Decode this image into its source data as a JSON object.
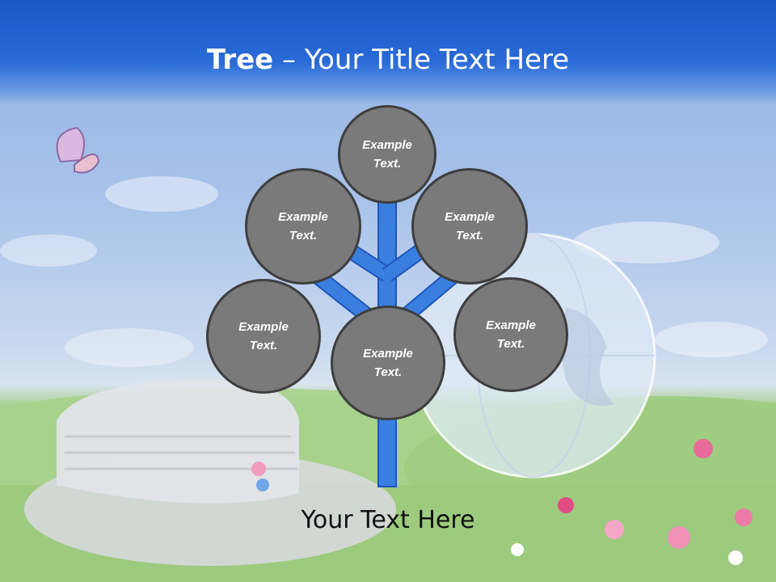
{
  "slide": {
    "title_bold": "Tree",
    "title_rest": " – Your Title Text Here",
    "caption": "Your Text Here"
  },
  "nodes": [
    {
      "id": "top",
      "label": "Example Text."
    },
    {
      "id": "upper-left",
      "label": "Example Text."
    },
    {
      "id": "upper-right",
      "label": "Example Text."
    },
    {
      "id": "lower-left",
      "label": "Example Text."
    },
    {
      "id": "center",
      "label": "Example Text."
    },
    {
      "id": "lower-right",
      "label": "Example Text."
    }
  ],
  "colors": {
    "header": "#1a57c6",
    "node_fill": "#7a7a7a",
    "node_border": "#3e3e3e",
    "trunk": "#3a7fe0",
    "trunk_outline": "#1f55b8"
  }
}
